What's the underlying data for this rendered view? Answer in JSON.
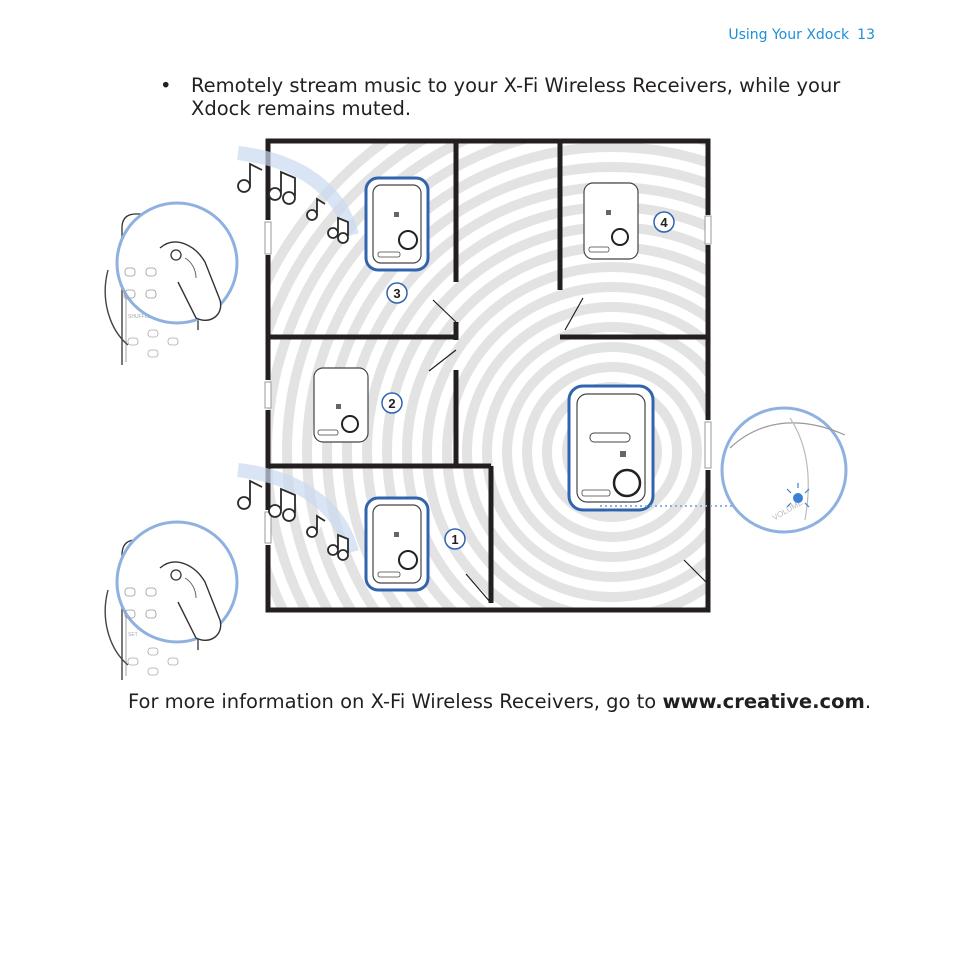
{
  "header": {
    "section": "Using Your Xdock",
    "page_number": "13"
  },
  "bullet": {
    "marker": "•",
    "text": "Remotely stream music to your X-Fi Wireless Receivers, while your Xdock remains muted."
  },
  "figure": {
    "callouts": [
      "1",
      "2",
      "3",
      "4"
    ],
    "remote_button_labels": [
      "SET",
      "SHUFFLE"
    ],
    "volume_label": "VOLUME",
    "accent_color": "#2f64ae",
    "highlight_color": "#8fb1e0",
    "wall_color": "#231f20"
  },
  "footer": {
    "prefix": "For more information on X-Fi Wireless Receivers, go to ",
    "link": "www.creative.com",
    "suffix": "."
  }
}
